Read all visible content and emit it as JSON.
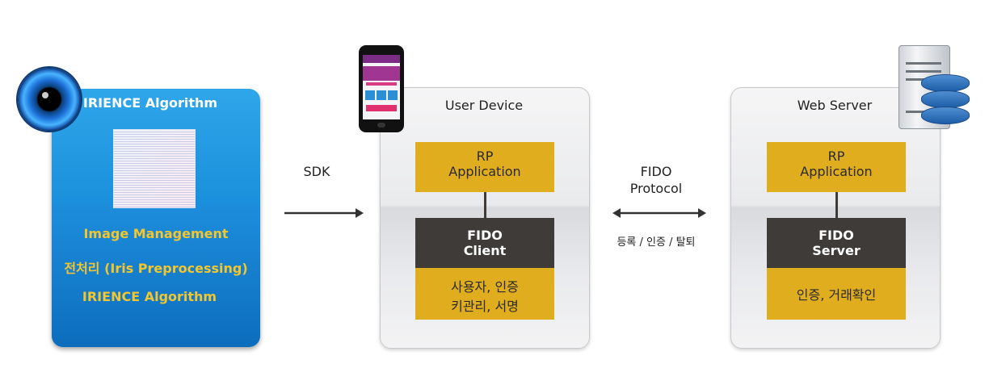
{
  "left_panel": {
    "title": "IRIENCE Algorithm",
    "items": [
      "Image Management",
      "전처리 (Iris Preprocessing)",
      "IRIENCE Algorithm"
    ]
  },
  "sdk_label": "SDK",
  "user_device": {
    "title": "User Device",
    "rp_line1": "RP",
    "rp_line2": "Application",
    "fido_line1": "FIDO",
    "fido_line2": "Client",
    "func_line1": "사용자, 인증",
    "func_line2": "키관리, 서명"
  },
  "protocol": {
    "line1": "FIDO",
    "line2": "Protocol",
    "sub": "등록 / 인증 / 탈퇴"
  },
  "web_server": {
    "title": "Web Server",
    "rp_line1": "RP",
    "rp_line2": "Application",
    "fido_line1": "FIDO",
    "fido_line2": "Server",
    "func_line1": "인증, 거래확인"
  },
  "icons": [
    "eye-icon",
    "smartphone-icon",
    "server-icon",
    "database-icon"
  ]
}
